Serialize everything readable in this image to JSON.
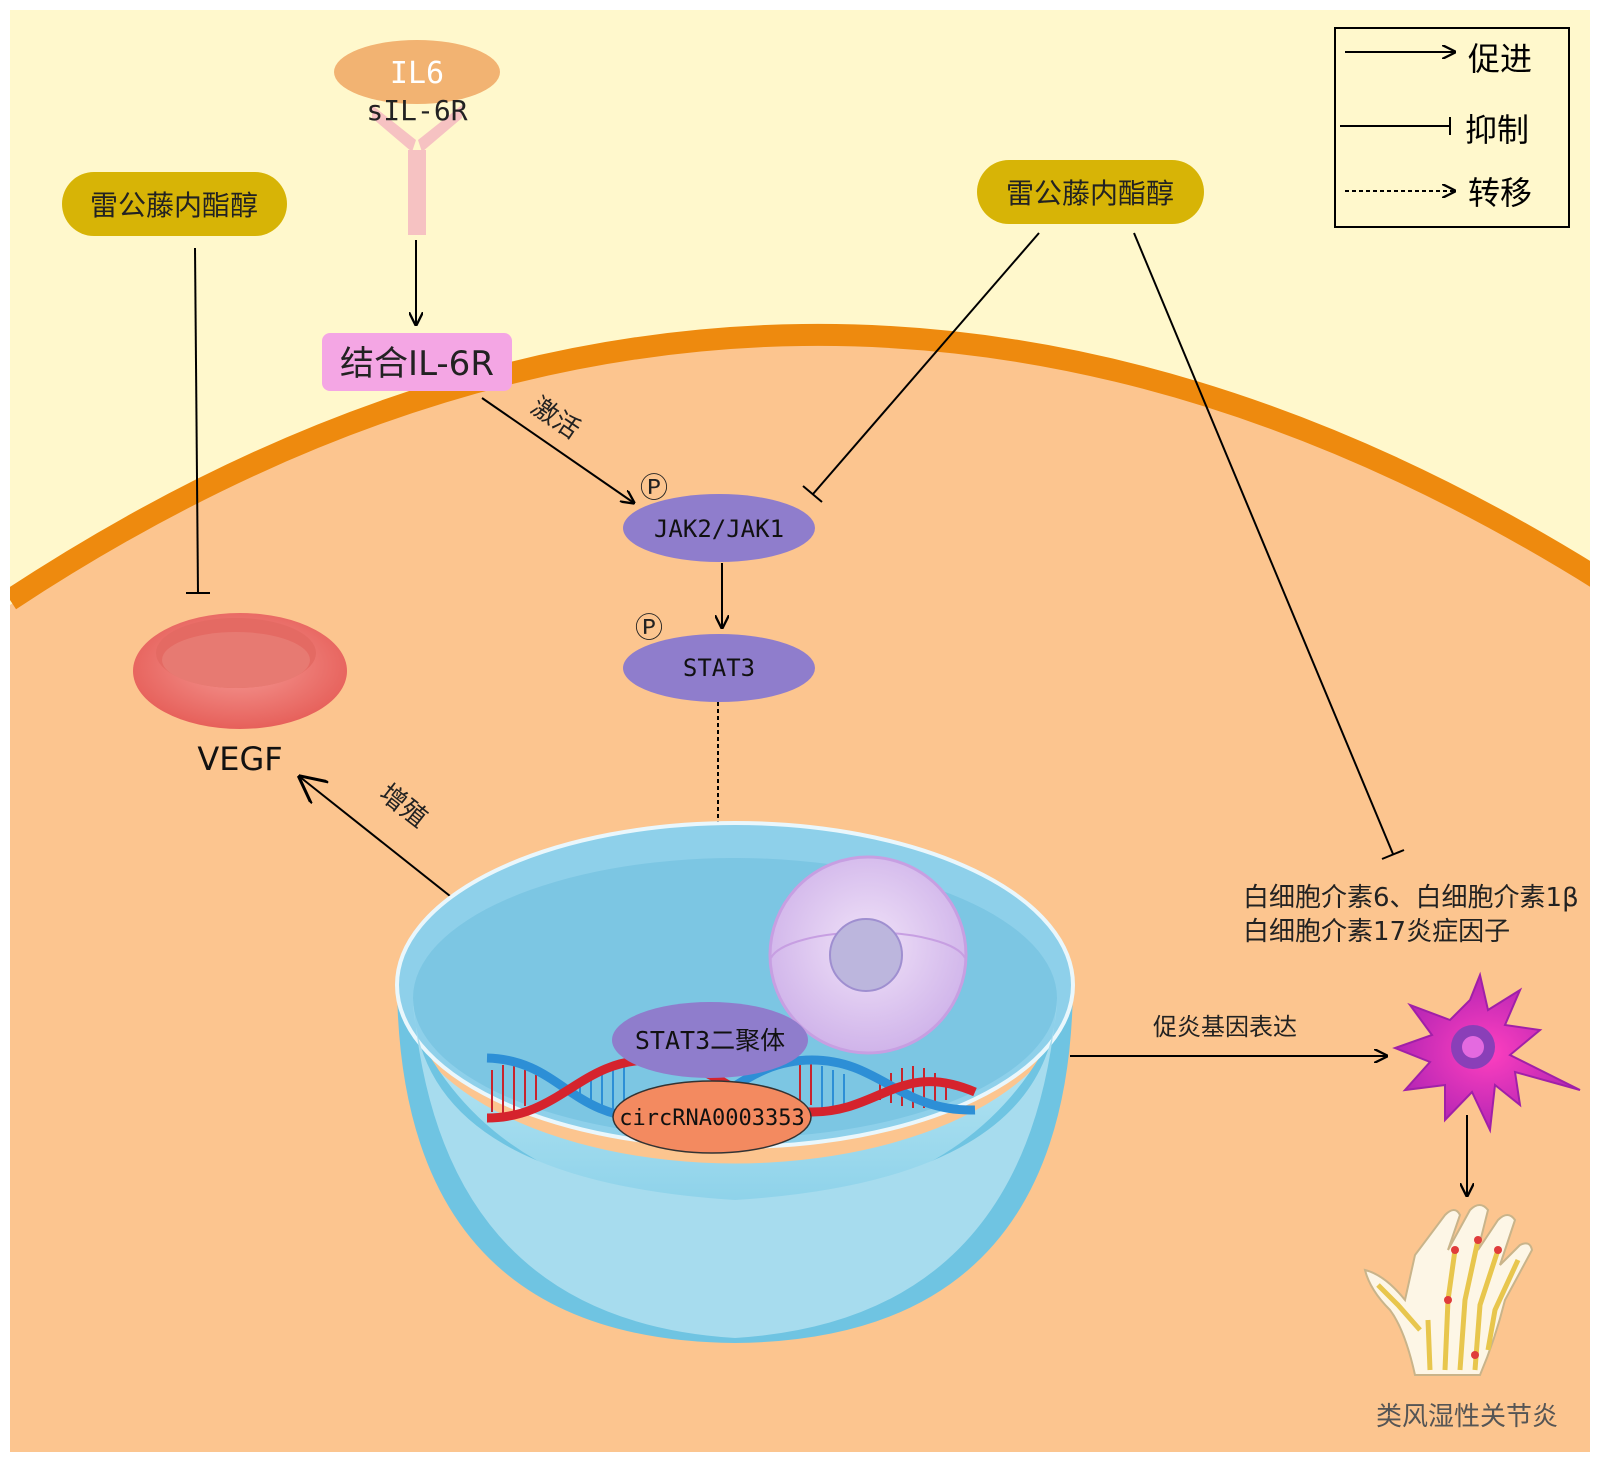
{
  "il6": {
    "ligand": "IL6",
    "receptor": "sIL-6R",
    "binding": "结合IL-6R"
  },
  "triptolide": {
    "left": "雷公藤内酯醇",
    "right": "雷公藤内酯醇"
  },
  "activation_label": "激活",
  "proliferation_label": "增殖",
  "phospho_symbol": "Ⓟ",
  "jak": "JAK2/JAK1",
  "stat3": "STAT3",
  "stat3_dimer": "STAT3二聚体",
  "circrna": "circRNA0003353",
  "vegf": "VEGF",
  "cytokines": {
    "line1": "白细胞介素6、白细胞介素1β",
    "line2": "白细胞介素17炎症因子"
  },
  "gene_expression": "促炎基因表达",
  "ra": "类风湿性关节炎",
  "legend": {
    "promote": "促进",
    "inhibit": "抑制",
    "transfer": "转移"
  },
  "colors": {
    "outside": "#fff8cc",
    "cytoplasm": "#fcc58f",
    "membrane": "#ee8a0e",
    "triptolide": "#d7b406",
    "binding": "#f4a6e4",
    "protein": "#8f7dcc",
    "nucleus": "#86cce6",
    "circrna": "#f38a60"
  }
}
